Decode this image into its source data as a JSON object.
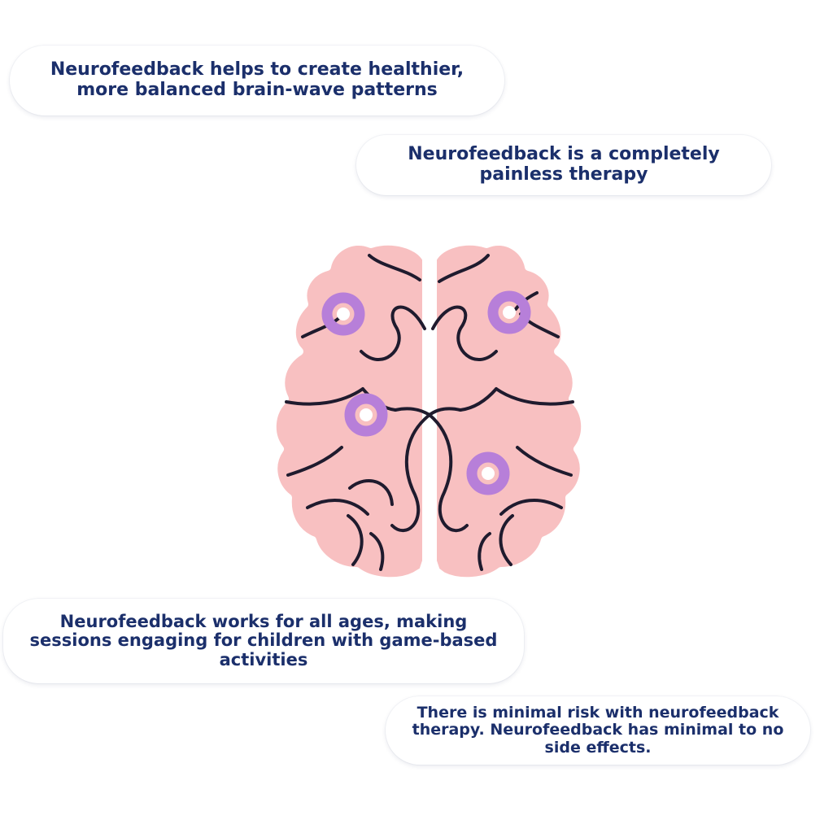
{
  "colors": {
    "text": "#1b2f6b",
    "brain_fill": "#f8c0c1",
    "brain_outline": "#1f1b2e",
    "marker": "#b77fd9",
    "marker_center": "#ffffff",
    "connector": "#ffffff"
  },
  "callouts": [
    {
      "text": "Neurofeedback helps to create healthier, more balanced brain-wave patterns"
    },
    {
      "text": "Neurofeedback is a completely painless therapy"
    },
    {
      "text": "Neurofeedback works for all ages, making sessions engaging for children with game-based activities"
    },
    {
      "text": "There is minimal risk with neurofeedback therapy. Neurofeedback has minimal to no side effects."
    }
  ]
}
